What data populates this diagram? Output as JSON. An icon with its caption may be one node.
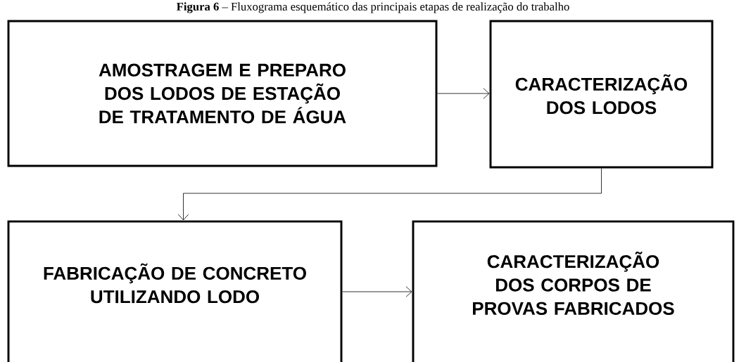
{
  "diagram": {
    "title": "**Figura 6** – Fluxograma esquemático das principais etapas de realização do trabalho",
    "nodes": [
      {
        "text": [
          "AMOSTRAGEM E PREPARO DOS LODOS DE ESTAÇÃO DE TRATAMENTO DE ÁGUA"
        ]
      },
      {
        "text": [
          "CARACTERIZAÇÃO DOS LODOS"
        ]
      },
      {
        "text": [
          "FABRICAÇÃO DE CONCRETO UTILIZANDO LODO"
        ]
      },
      {
        "text": [
          "CARACTERIZAÇÃO DOS CORPOS DE PROVAS FABRICADOS"
        ]
      }
    ],
    "edges": [
      {
        "from": 0,
        "to": 1,
        "arrow": "to"
      },
      {
        "from": 1,
        "to": 2,
        "arrow": "to"
      },
      {
        "from": 2,
        "to": 3,
        "arrow": "to"
      }
    ]
  }
}
